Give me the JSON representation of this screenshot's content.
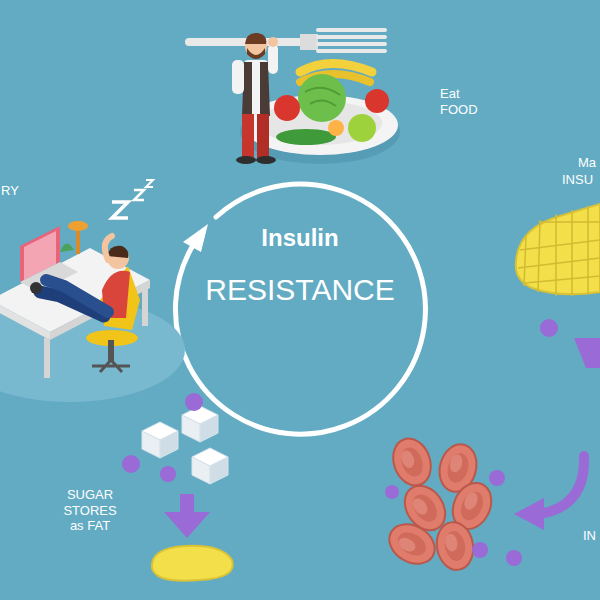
{
  "diagram": {
    "labels": [
      "Insulin",
      "RESISTANCE",
      "Eat FOOD",
      "Ma",
      "INSU",
      "RY",
      "SUGAR STORES as FAT",
      "IN"
    ]
  }
}
